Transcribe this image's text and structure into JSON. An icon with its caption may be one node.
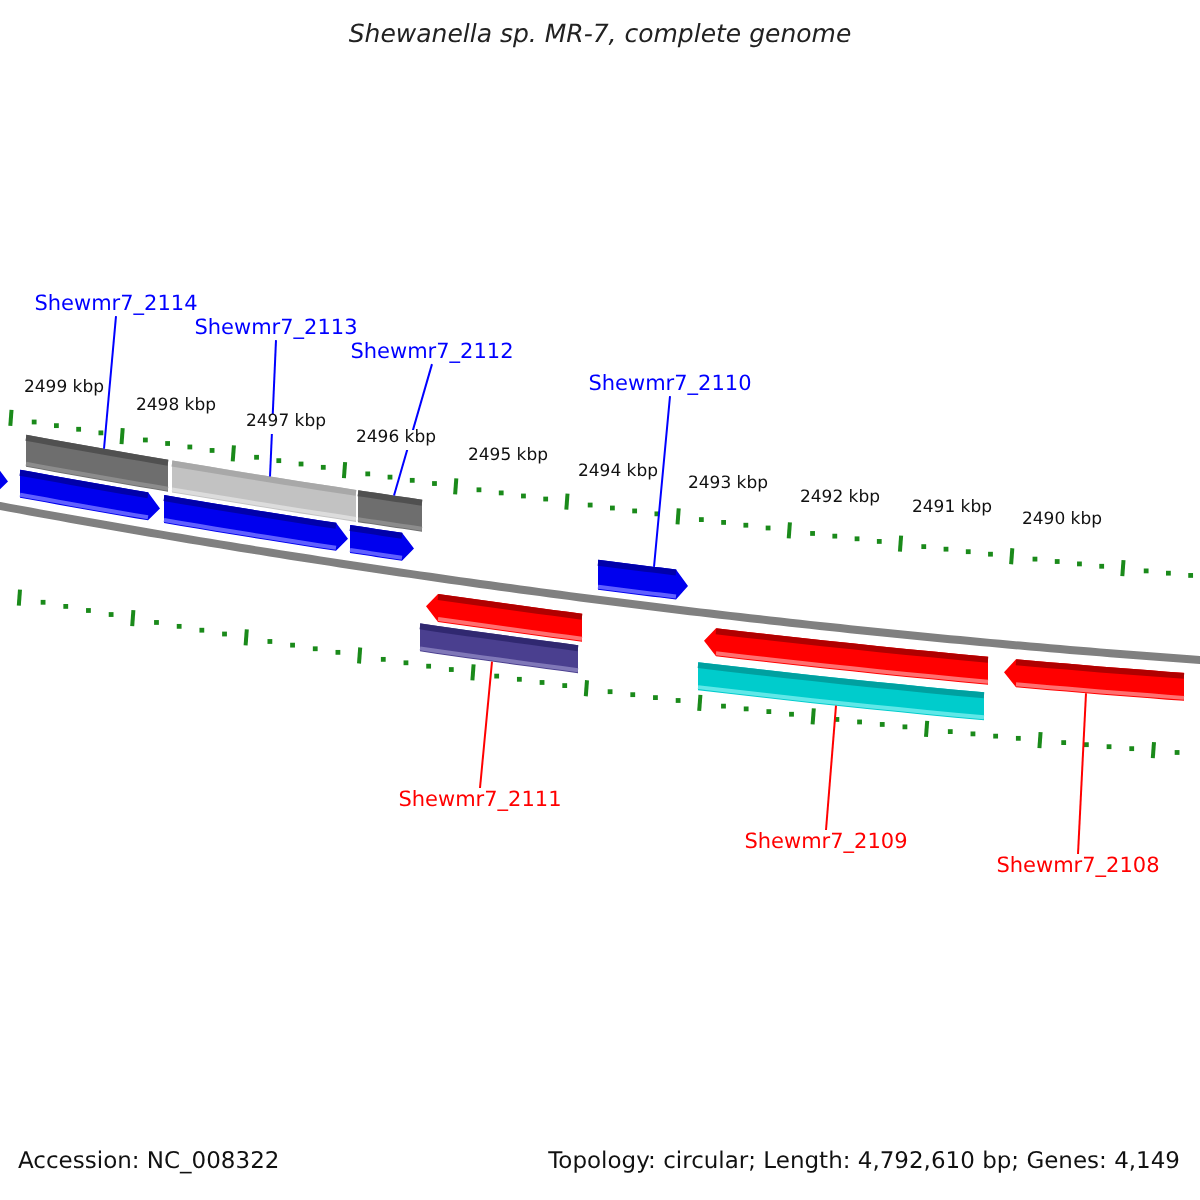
{
  "diagram": {
    "title": "Shewanella sp. MR-7, complete genome",
    "nodes": [
      {
        "text": [
          "Shewmr7_2114"
        ]
      },
      {
        "text": [
          "Shewmr7_2113"
        ]
      },
      {
        "text": [
          "Shewmr7_2112"
        ]
      },
      {
        "text": [
          "Shewmr7_2110"
        ]
      },
      {
        "text": [
          "Shewmr7_2111"
        ]
      },
      {
        "text": [
          "Shewmr7_2109"
        ]
      },
      {
        "text": [
          "Shewmr7_2108"
        ]
      },
      {
        "text": [],
        "shape": "bar"
      },
      {
        "text": [],
        "shape": "bar"
      },
      {
        "text": [],
        "shape": "bar"
      },
      {
        "text": [],
        "shape": "bar"
      },
      {
        "text": [],
        "shape": "bar"
      },
      {
        "text": [],
        "shape": "bar"
      },
      {
        "text": [],
        "shape": "bar"
      }
    ],
    "edges": [
      {
        "from": 0,
        "to": 7,
        "arrow": "none",
        "color": "#0000ff"
      },
      {
        "from": 1,
        "to": 8,
        "arrow": "none",
        "color": "#0000ff"
      },
      {
        "from": 2,
        "to": 9,
        "arrow": "none",
        "color": "#0000ff"
      },
      {
        "from": 3,
        "to": 10,
        "arrow": "none",
        "color": "#0000ff"
      },
      {
        "from": 4,
        "to": 11,
        "arrow": "none",
        "color": "#ff0000"
      },
      {
        "from": 5,
        "to": 12,
        "arrow": "none",
        "color": "#ff0000"
      },
      {
        "from": 6,
        "to": 13,
        "arrow": "none",
        "color": "#ff0000"
      }
    ],
    "labels": [
      "2499 kbp",
      "2498 kbp",
      "2497 kbp",
      "2496 kbp",
      "2495 kbp",
      "2494 kbp",
      "2493 kbp",
      "2492 kbp",
      "2491 kbp",
      "2490 kbp",
      "Accession: NC_008322",
      "Topology: circular; Length: 4,792,610 bp; Genes: 4,149"
    ]
  }
}
